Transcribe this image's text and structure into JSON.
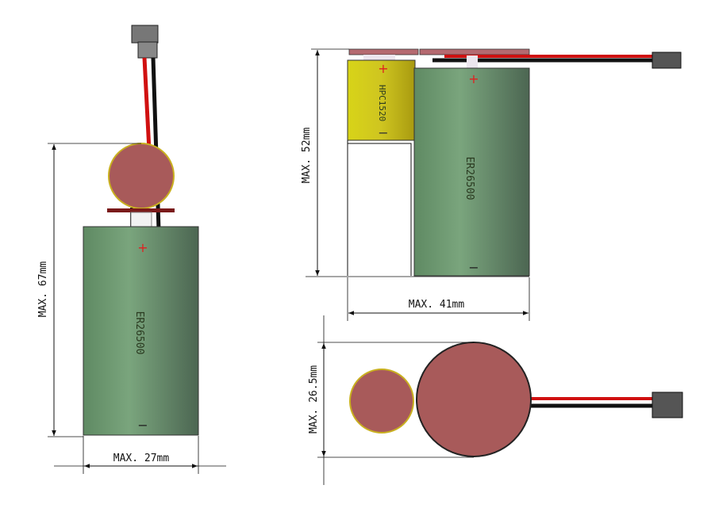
{
  "side_view": {
    "dim_height": "MAX. 67mm",
    "dim_width": "MAX. 27mm",
    "cell_label": "ER26500",
    "plus": "+",
    "minus": "−"
  },
  "front_view": {
    "dim_height": "MAX. 52mm",
    "dim_width": "MAX. 41mm",
    "cell_label": "ER26500",
    "capacitor_label": "HPC1520",
    "plus": "+",
    "minus": "−"
  },
  "top_view": {
    "dim_height": "MAX. 26.5mm"
  },
  "colors": {
    "cell": "#6f9a74",
    "capacitor": "#c9c419",
    "top": "#a85a5a",
    "wire_red": "#d01010",
    "wire_black": "#111111"
  }
}
